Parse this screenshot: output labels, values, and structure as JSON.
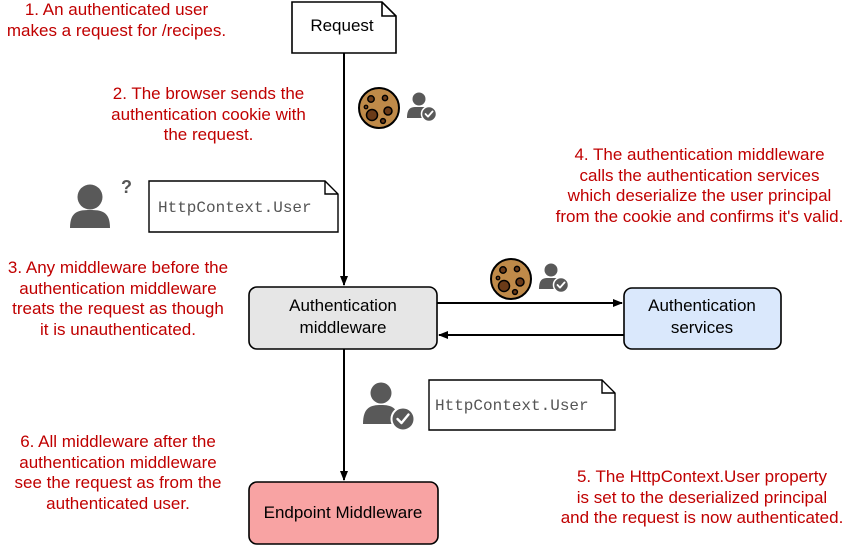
{
  "boxes": {
    "request": "Request",
    "auth_middleware": [
      "Authentication",
      "middleware"
    ],
    "auth_services": [
      "Authentication",
      "services"
    ],
    "endpoint": "Endpoint Middleware"
  },
  "code_labels": {
    "context_before": "HttpContext.User",
    "context_after": "HttpContext.User"
  },
  "unknown_user_mark": "?",
  "annotations": {
    "step1": [
      "1. An authenticated user",
      "makes a request for /recipes."
    ],
    "step2": [
      "2. The browser sends the",
      "authentication cookie with",
      "the request."
    ],
    "step3": [
      "3. Any middleware before the",
      "authentication middleware",
      "treats the request as though",
      "it is unauthenticated."
    ],
    "step4": [
      "4. The authentication middleware",
      "calls the authentication services",
      "which deserialize the user principal",
      "from the cookie and confirms it's valid."
    ],
    "step5": [
      "5. The HttpContext.User property",
      "is set to the deserialized principal",
      "and the request is now authenticated."
    ],
    "step6": [
      "6. All middleware after the",
      "authentication middleware",
      "see the request as from the",
      "authenticated user."
    ]
  },
  "icons": [
    "cookie-icon",
    "verified-user-icon",
    "unknown-user-icon",
    "document-icon"
  ],
  "colors": {
    "annotation_text": "#c00000",
    "auth_middleware_fill": "#e6e6e6",
    "auth_services_fill": "#dae8fc",
    "endpoint_fill": "#f8a3a3",
    "cookie_fill": "#bf8a49",
    "icon_gray": "#595959"
  }
}
